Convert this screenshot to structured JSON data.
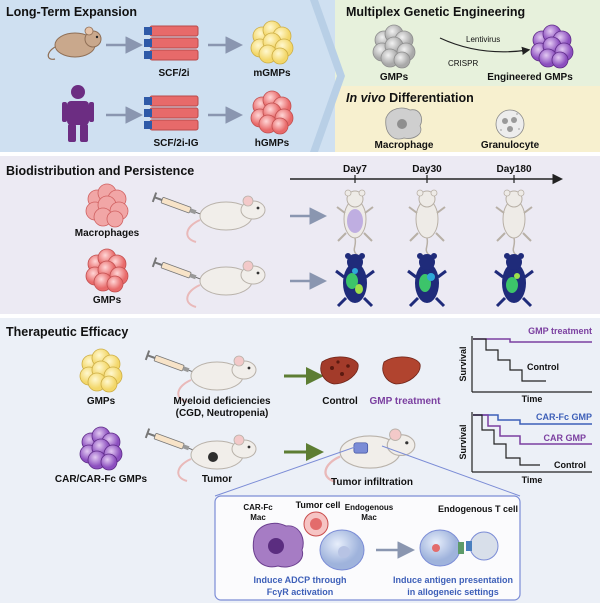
{
  "panels": {
    "expansion": {
      "title": "Long-Term Expansion",
      "mouse_culture": "SCF/2i",
      "mouse_product": "mGMPs",
      "human_culture": "SCF/2i-IG",
      "human_product": "hGMPs"
    },
    "engineering": {
      "title": "Multiplex Genetic Engineering",
      "input": "GMPs",
      "method_top": "Lentivirus",
      "method_bottom": "CRISPR",
      "output": "Engineered GMPs"
    },
    "differentiation": {
      "title_italic": "In vivo",
      "title_rest": " Differentiation",
      "cell1": "Macrophage",
      "cell2": "Granulocyte"
    },
    "biodistribution": {
      "title": "Biodistribution and Persistence",
      "timepoints": [
        "Day7",
        "Day30",
        "Day180"
      ],
      "row1": "Macrophages",
      "row2": "GMPs"
    },
    "efficacy": {
      "title": "Therapeutic Efficacy",
      "row1_cells": "GMPs",
      "row1_condition_line1": "Myeloid deficiencies",
      "row1_condition_line2": "(CGD, Neutropenia)",
      "row1_out_control": "Control",
      "row1_out_treat": "GMP treatment",
      "row2_cells": "CAR/CAR-Fc GMPs",
      "row2_condition": "Tumor",
      "row2_out": "Tumor infiltration"
    },
    "plot1": {
      "ylabel": "Survival",
      "xlabel": "Time",
      "series_top": "GMP treatment",
      "series_bottom": "Control"
    },
    "plot2": {
      "ylabel": "Survival",
      "xlabel": "Time",
      "series_1": "CAR-Fc GMP",
      "series_2": "CAR GMP",
      "series_3": "Control"
    },
    "inset": {
      "car_mac_line1": "CAR-Fc",
      "car_mac_line2": "Mac",
      "tumor_cell": "Tumor cell",
      "endo_mac_line1": "Endogenous",
      "endo_mac_line2": "Mac",
      "endo_t": "Endogenous T cell",
      "caption1_line1": "Induce ADCP through",
      "caption1_line2": "FcγR activation",
      "caption2_line1": "Induce antigen presentation",
      "caption2_line2": "in allogeneic settings"
    }
  },
  "colors": {
    "expansion_bg": "#cfe0f1",
    "engineering_bg": "#e7f1dc",
    "differentiation_bg": "#f7f0cf",
    "biodistribution_bg": "#eceaf3",
    "efficacy_bg": "#ecf0f7",
    "purple": "#7b3fa0",
    "blue": "#3d5fb8",
    "green_arrow": "#5d7d33",
    "gray_arrow": "#8a96b0"
  },
  "icons": [
    "mouse-icon",
    "human-icon",
    "culture-flask-icon",
    "cell-cluster-icon",
    "syringe-icon",
    "mouse-silhouette-icon",
    "liver-icon"
  ]
}
